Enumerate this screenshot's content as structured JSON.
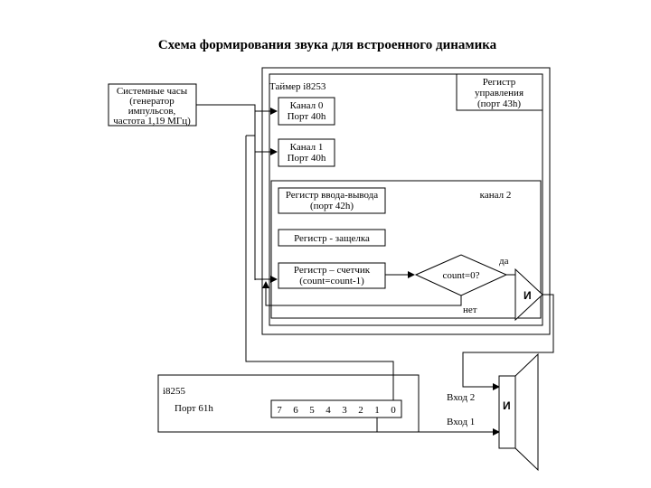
{
  "title": "Схема формирования звука для встроенного динамика",
  "clock": {
    "line1": "Системные часы",
    "line2": "(генератор",
    "line3": "импульсов,",
    "line4": "частота 1,19 МГц)"
  },
  "timer": {
    "name": "Таймер i8253",
    "control_reg": {
      "line1": "Регистр",
      "line2": "управления",
      "line3": "(порт 43h)"
    },
    "channel0": {
      "line1": "Канал 0",
      "line2": "Порт 40h"
    },
    "channel1": {
      "line1": "Канал 1",
      "line2": "Порт 40h"
    },
    "io_reg": {
      "line1": "Регистр ввода-вывода",
      "line2": "(порт 42h)"
    },
    "channel2_label": "канал 2",
    "latch_reg": "Регистр - защелка",
    "counter_reg": {
      "line1": "Регистр – счетчик",
      "line2": "(count=count-1)"
    },
    "decision": "count=0?",
    "yes_label": "да",
    "no_label": "нет",
    "and_gate_label": "И"
  },
  "ppi": {
    "name": "i8255",
    "port": "Порт 61h",
    "bits": [
      "7",
      "6",
      "5",
      "4",
      "3",
      "2",
      "1",
      "0"
    ]
  },
  "speaker": {
    "input2": "Вход 2",
    "input1": "Вход 1",
    "and_label": "И"
  }
}
